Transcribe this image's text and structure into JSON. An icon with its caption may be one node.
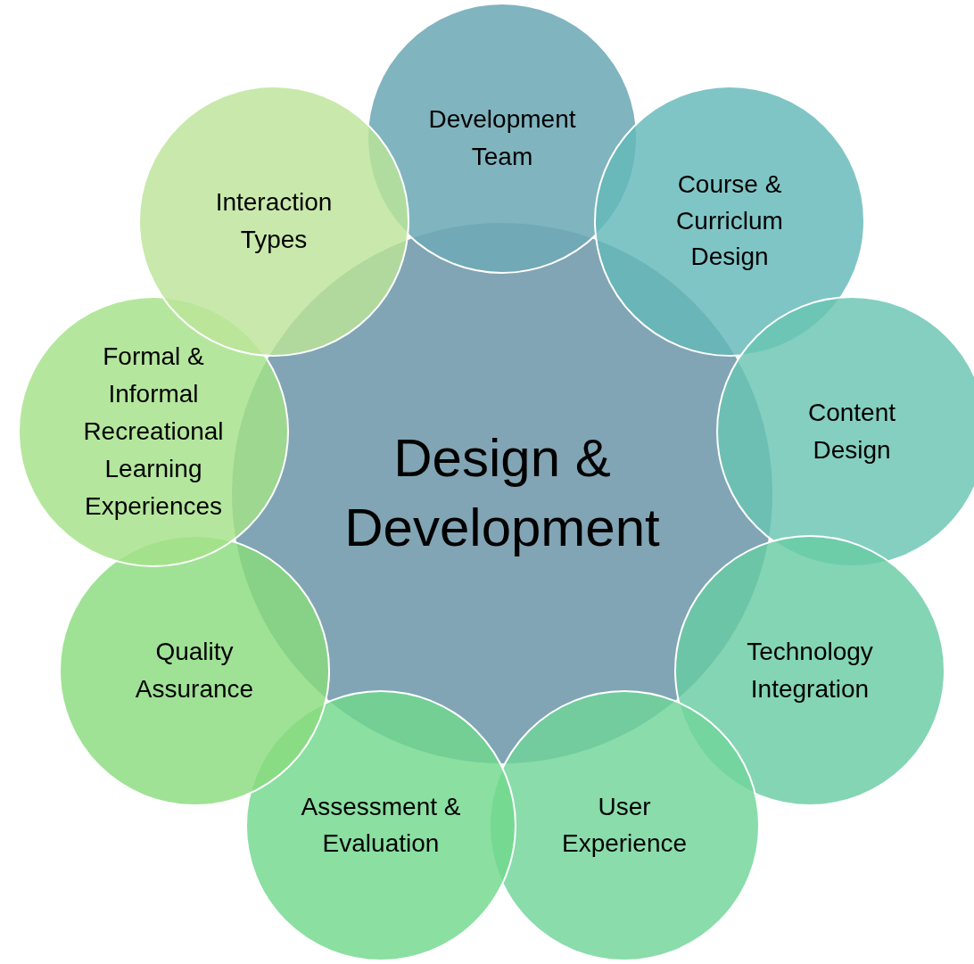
{
  "diagram": {
    "nodes": [
      {
        "text": [
          "Design & Development"
        ]
      },
      {
        "text": [
          "Development Team"
        ]
      },
      {
        "text": [
          "Course & Curriclum Design"
        ]
      },
      {
        "text": [
          "Content Design"
        ]
      },
      {
        "text": [
          "Technology Integration"
        ]
      },
      {
        "text": [
          "User Experience"
        ]
      },
      {
        "text": [
          "Assessment & Evaluation"
        ]
      },
      {
        "text": [
          "Quality Assurance"
        ]
      },
      {
        "text": [
          "Formal & Informal Recreational Learning Experiences"
        ]
      },
      {
        "text": [
          "Interaction Types"
        ]
      }
    ]
  }
}
